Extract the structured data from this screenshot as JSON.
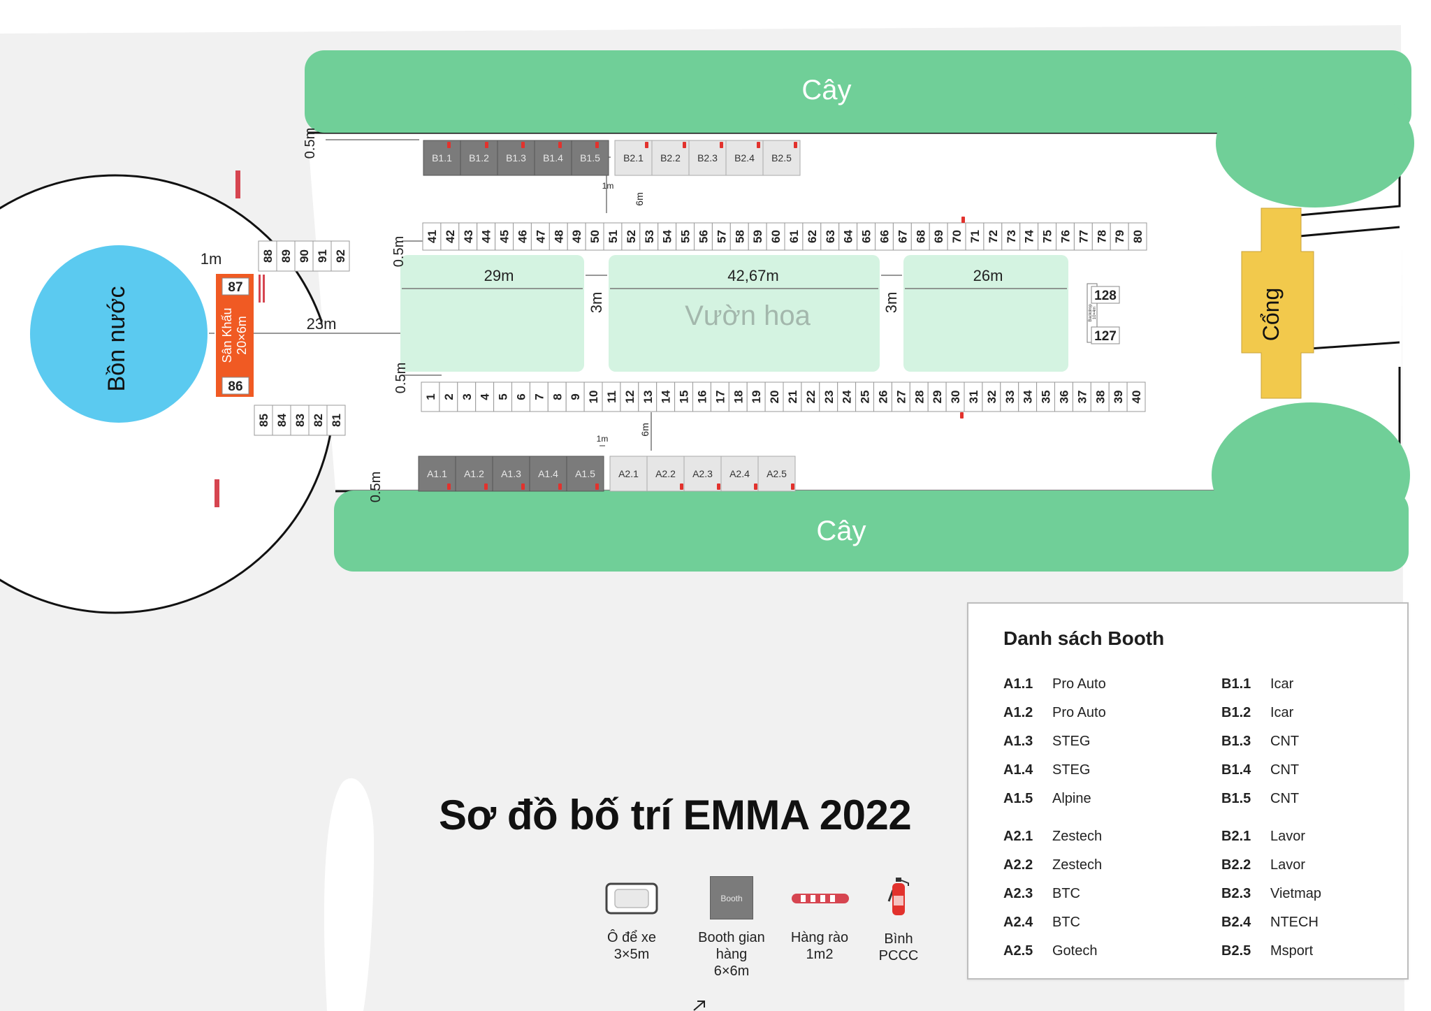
{
  "title": "Sơ đồ bố trí EMMA 2022",
  "labels": {
    "tree_top": "Cây",
    "tree_bottom": "Cây",
    "fountain": "Bồn nước",
    "stage": "Sân Khấu",
    "stage_size": "20×6m",
    "garden": "Vườn hoa",
    "gate": "Cổng",
    "backdrop": "Backdrop",
    "backdrop_size": "10×4m"
  },
  "dimensions": {
    "stage_gap": "1m",
    "stage_to_garden": "23m",
    "garden_left": "29m",
    "garden_mid": "42,67m",
    "garden_right": "26m",
    "garden_gap_1": "3m",
    "garden_gap_2": "3m",
    "top_margin": "0.5m",
    "parking_top_margin": "0.5m",
    "parking_bottom_margin": "0.5m",
    "bottom_margin": "0.5m",
    "booth_gap_top": "1m",
    "booth_gap_bottom": "1m",
    "aisle_top": "6m",
    "aisle_bottom": "6m"
  },
  "booths_b": [
    "B1.1",
    "B1.2",
    "B1.3",
    "B1.4",
    "B1.5",
    "B2.1",
    "B2.2",
    "B2.3",
    "B2.4",
    "B2.5"
  ],
  "booths_a": [
    "A1.1",
    "A1.2",
    "A1.3",
    "A1.4",
    "A1.5",
    "A2.1",
    "A2.2",
    "A2.3",
    "A2.4",
    "A2.5"
  ],
  "parking_top": [
    "41",
    "42",
    "43",
    "44",
    "45",
    "46",
    "47",
    "48",
    "49",
    "50",
    "51",
    "52",
    "53",
    "54",
    "55",
    "56",
    "57",
    "58",
    "59",
    "60",
    "61",
    "62",
    "63",
    "64",
    "65",
    "66",
    "67",
    "68",
    "69",
    "70",
    "71",
    "72",
    "73",
    "74",
    "75",
    "76",
    "77",
    "78",
    "79",
    "80"
  ],
  "parking_bottom": [
    "1",
    "2",
    "3",
    "4",
    "5",
    "6",
    "7",
    "8",
    "9",
    "10",
    "11",
    "12",
    "13",
    "14",
    "15",
    "16",
    "17",
    "18",
    "19",
    "20",
    "21",
    "22",
    "23",
    "24",
    "25",
    "26",
    "27",
    "28",
    "29",
    "30",
    "31",
    "32",
    "33",
    "34",
    "35",
    "36",
    "37",
    "38",
    "39",
    "40"
  ],
  "parking_stage_top": [
    "88",
    "89",
    "90",
    "91",
    "92"
  ],
  "parking_stage_bottom": [
    "85",
    "84",
    "83",
    "82",
    "81"
  ],
  "parking_stage_side": [
    "87",
    "86"
  ],
  "parking_backdrop": [
    "128",
    "127"
  ],
  "booth_list": {
    "title": "Danh sách Booth",
    "left": [
      {
        "code": "A1.1",
        "name": "Pro Auto"
      },
      {
        "code": "A1.2",
        "name": "Pro Auto"
      },
      {
        "code": "A1.3",
        "name": "STEG"
      },
      {
        "code": "A1.4",
        "name": "STEG"
      },
      {
        "code": "A1.5",
        "name": "Alpine"
      },
      {
        "code": "A2.1",
        "name": "Zestech"
      },
      {
        "code": "A2.2",
        "name": "Zestech"
      },
      {
        "code": "A2.3",
        "name": "BTC"
      },
      {
        "code": "A2.4",
        "name": "BTC"
      },
      {
        "code": "A2.5",
        "name": "Gotech"
      }
    ],
    "right": [
      {
        "code": "B1.1",
        "name": "Icar"
      },
      {
        "code": "B1.2",
        "name": "Icar"
      },
      {
        "code": "B1.3",
        "name": "CNT"
      },
      {
        "code": "B1.4",
        "name": "CNT"
      },
      {
        "code": "B1.5",
        "name": "CNT"
      },
      {
        "code": "B2.1",
        "name": "Lavor"
      },
      {
        "code": "B2.2",
        "name": "Lavor"
      },
      {
        "code": "B2.3",
        "name": "Vietmap"
      },
      {
        "code": "B2.4",
        "name": "NTECH"
      },
      {
        "code": "B2.5",
        "name": "Msport"
      }
    ]
  },
  "legend": {
    "parking": {
      "line1": "Ô để xe",
      "line2": "3×5m"
    },
    "booth": {
      "icon_text": "Booth",
      "line1": "Booth gian",
      "line2": "hàng",
      "line3": "6×6m"
    },
    "fence": {
      "line1": "Hàng rào",
      "line2": "1m2"
    },
    "extinguisher": {
      "line1": "Bình",
      "line2": "PCCC"
    }
  },
  "colors": {
    "tree": "#70cf98",
    "garden": "#d4f3e1",
    "fountain": "#5bcaf0",
    "stage": "#f05a23",
    "gate": "#f2c94c",
    "booth_dark": "#7b7b7b",
    "booth_light": "#e6e6e6",
    "ground": "#f1f1f1",
    "fence": "#d64550"
  }
}
